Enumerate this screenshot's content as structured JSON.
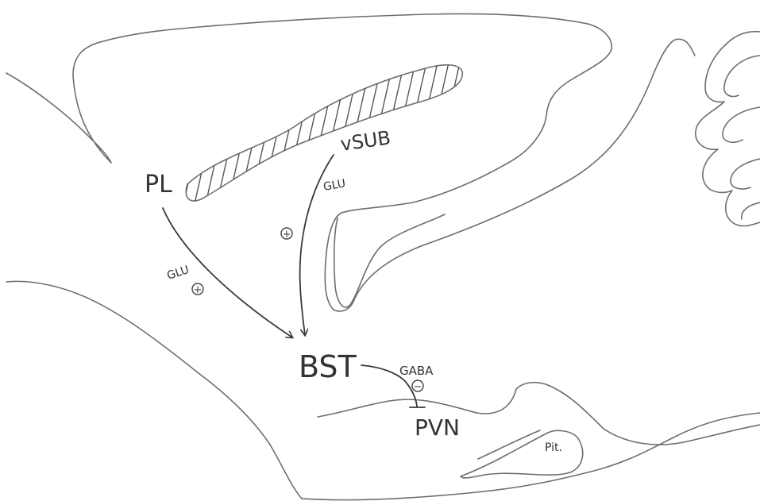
{
  "regions": {
    "pl": "PL",
    "vsub": "vSUB",
    "bst": "BST",
    "pvn": "PVN",
    "pit": "Pit."
  },
  "pathways": {
    "pl_to_bst": {
      "transmitter": "GLU",
      "sign": "+"
    },
    "vsub_to_bst": {
      "transmitter": "GLU",
      "sign": "+"
    },
    "bst_to_pvn": {
      "transmitter": "GABA",
      "sign": "−"
    }
  }
}
